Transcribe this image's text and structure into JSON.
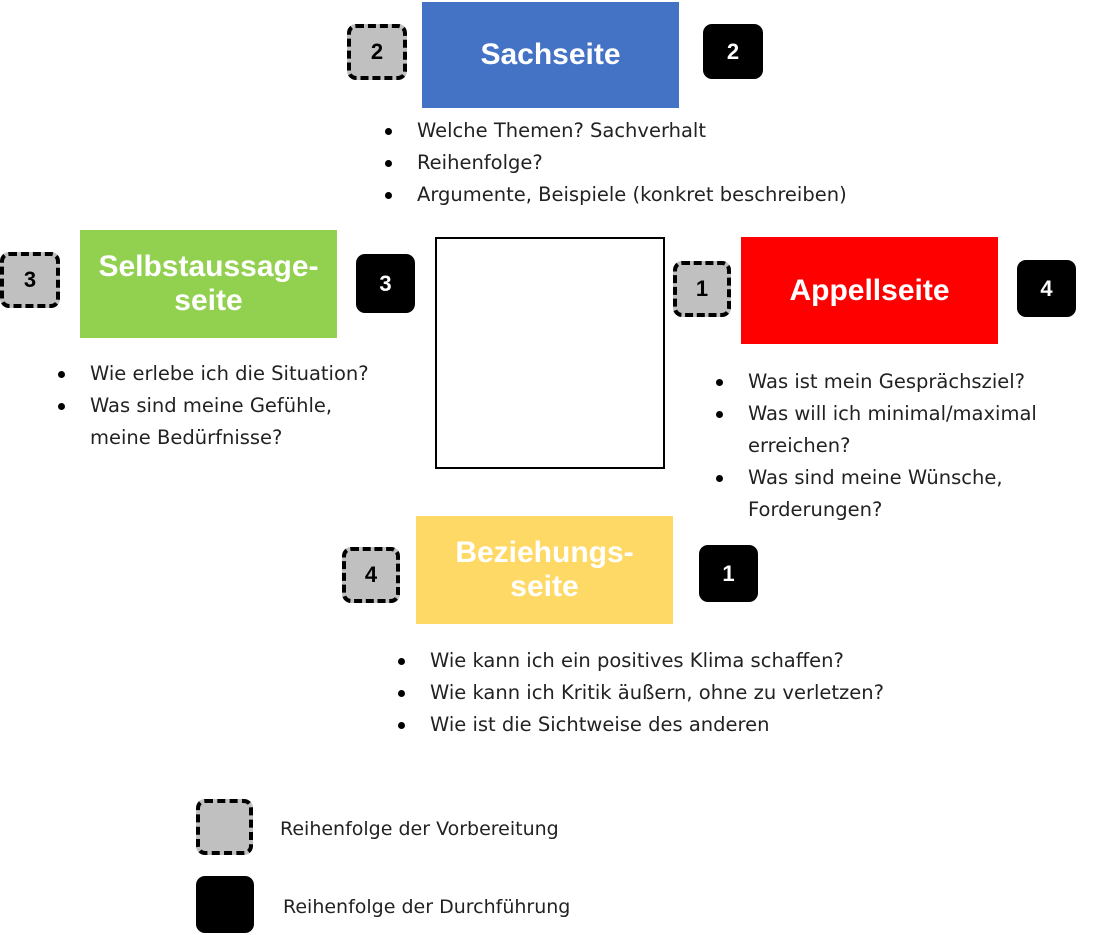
{
  "sach": {
    "title": "Sachseite",
    "prep_order": "2",
    "exec_order": "2",
    "color": "#4472C4",
    "bullets": [
      "Welche Themen? Sachverhalt",
      "Reihenfolge?",
      "Argumente, Beispiele (konkret beschreiben)"
    ]
  },
  "selbst": {
    "title_line1": "Selbstaussage-",
    "title_line2": "seite",
    "prep_order": "3",
    "exec_order": "3",
    "color": "#92D050",
    "bullets": [
      "Wie erlebe ich die Situation?",
      "Was sind meine Gefühle, meine Bedürfnisse?"
    ]
  },
  "appell": {
    "title": "Appellseite",
    "prep_order": "1",
    "exec_order": "4",
    "color": "#FF0000",
    "bullets": [
      "Was ist mein Gesprächsziel?",
      "Was will ich minimal/maximal erreichen?",
      "Was sind meine Wünsche, Forderungen?"
    ]
  },
  "beziehung": {
    "title_line1": "Beziehungs-",
    "title_line2": "seite",
    "prep_order": "4",
    "exec_order": "1",
    "color": "#FFD966",
    "bullets": [
      "Wie kann ich ein positives Klima schaffen?",
      "Wie kann ich Kritik äußern, ohne zu verletzen?",
      "Wie ist die Sichtweise des anderen"
    ]
  },
  "legend": {
    "prep_label": "Reihenfolge der Vorbereitung",
    "exec_label": "Reihenfolge der Durchführung"
  }
}
